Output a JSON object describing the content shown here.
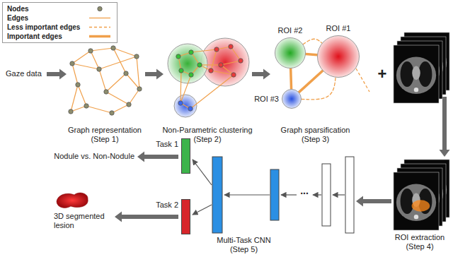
{
  "diagram": {
    "nodes": [
      {
        "text": [
          "ROI #2"
        ]
      },
      {
        "text": [
          "ROI #1"
        ]
      },
      {
        "text": [
          "ROI #3"
        ]
      },
      {
        "text": [
          "Task 1"
        ]
      },
      {
        "text": [
          "Task 2"
        ]
      }
    ],
    "edges": [
      {
        "from": 0,
        "to": 1,
        "arrow": "none"
      },
      {
        "from": 2,
        "to": 0,
        "arrow": "none"
      },
      {
        "from": 2,
        "to": 1,
        "arrow": "none"
      },
      {
        "from": 0,
        "to": 1,
        "arrow": "none"
      },
      {
        "from": 2,
        "to": 1,
        "arrow": "none"
      }
    ],
    "labels": [
      "Gaze data",
      "Graph representation (Step 1)",
      "Non-Parametric clustering (Step 2)",
      "Graph sparsification (Step 3)",
      "+",
      "ROI extraction (Step 4)",
      "Multi-Task CNN (Step 5)",
      "...",
      "Nodule vs. Non-Nodule",
      "3D segmented lesion"
    ],
    "legend": [
      {
        "text": "Nodes"
      },
      {
        "text": "Edges"
      },
      {
        "text": "Less important edges"
      },
      {
        "text": "Important edges"
      }
    ]
  }
}
